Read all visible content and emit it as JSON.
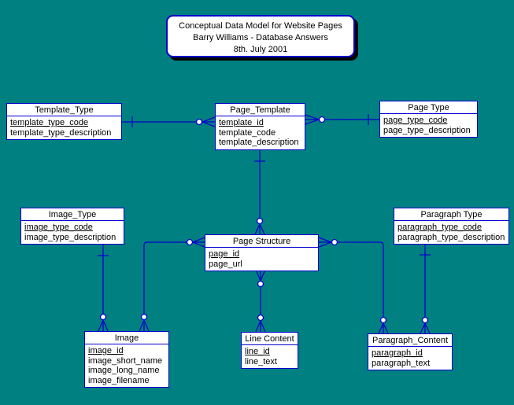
{
  "title_box": {
    "line1": "Conceptual Data Model for Website Pages",
    "line2": "Barry Williams - Database Answers",
    "line3": "8th. July 2001"
  },
  "colors": {
    "background": "#008080",
    "line": "#0000CC",
    "box_fill": "#FFFFFF",
    "text": "#000000",
    "shadow": "#000000"
  },
  "entities": {
    "template_type": {
      "title": "Template_Type",
      "pk": "template_type_code",
      "fields": [
        "template_type_description"
      ]
    },
    "page_template": {
      "title": "Page_Template",
      "pk": "template_id",
      "fields": [
        "template_code",
        "template_description"
      ]
    },
    "page_type": {
      "title": "Page Type",
      "pk": "page_type_code",
      "fields": [
        "page_type_description"
      ]
    },
    "image_type": {
      "title": "Image_Type",
      "pk": "image_type_code",
      "fields": [
        "image_type_description"
      ]
    },
    "page_structure": {
      "title": "Page Structure",
      "pk": "page_id",
      "fields": [
        "page_url"
      ]
    },
    "paragraph_type": {
      "title": "Paragraph Type",
      "pk": "paragraph_type_code",
      "fields": [
        "paragraph_type_description"
      ]
    },
    "image": {
      "title": "Image",
      "pk": "image_id",
      "fields": [
        "image_short_name",
        "image_long_name",
        "image_filename"
      ]
    },
    "line_content": {
      "title": "Line Content",
      "pk": "line_id",
      "fields": [
        "line_text"
      ]
    },
    "paragraph_content": {
      "title": "Paragraph_Content",
      "pk": "paragraph_id",
      "fields": [
        "paragraph_text"
      ]
    }
  },
  "relationships": [
    {
      "from": "Template_Type",
      "to": "Page_Template",
      "from_end": "one",
      "to_end": "zero-or-many"
    },
    {
      "from": "Page Type",
      "to": "Page_Template",
      "from_end": "one",
      "to_end": "zero-or-many"
    },
    {
      "from": "Page_Template",
      "to": "Page Structure",
      "from_end": "one",
      "to_end": "zero-or-many"
    },
    {
      "from": "Image_Type",
      "to": "Image",
      "from_end": "one",
      "to_end": "zero-or-many"
    },
    {
      "from": "Page Structure",
      "to": "Image",
      "from_end": "zero-or-many",
      "to_end": "zero-or-many"
    },
    {
      "from": "Page Structure",
      "to": "Line Content",
      "from_end": "zero-or-many",
      "to_end": "zero-or-many"
    },
    {
      "from": "Page Structure",
      "to": "Paragraph_Content",
      "from_end": "zero-or-many",
      "to_end": "zero-or-many"
    },
    {
      "from": "Paragraph Type",
      "to": "Paragraph_Content",
      "from_end": "one",
      "to_end": "zero-or-many"
    }
  ]
}
